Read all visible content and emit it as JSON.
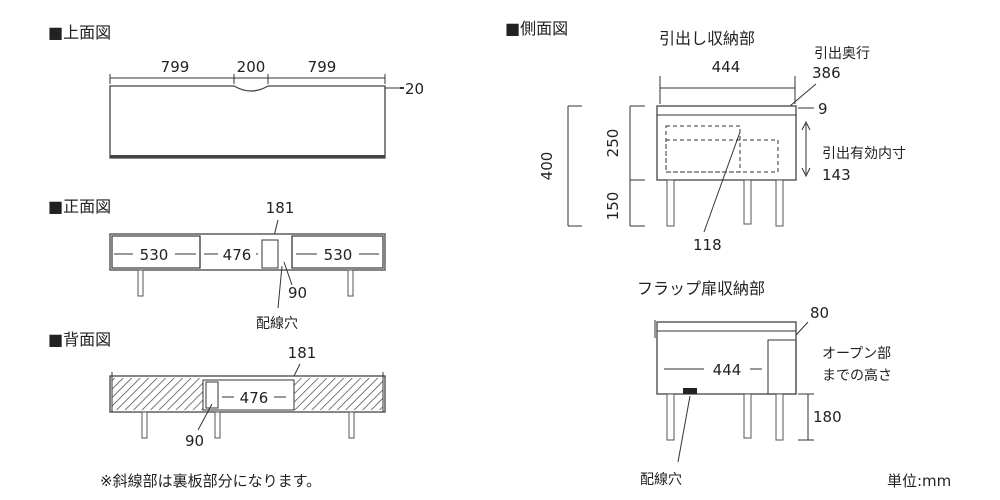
{
  "views": {
    "top": {
      "heading": "■上面図",
      "w_left": "799",
      "w_mid": "200",
      "w_right": "799",
      "depth": "20"
    },
    "front": {
      "heading": "■正面図",
      "top_dim": "181",
      "left": "530",
      "mid": "476",
      "right": "530",
      "bottom_dim": "90",
      "hole_label": "配線穴"
    },
    "back": {
      "heading": "■背面図",
      "top_dim": "181",
      "mid": "476",
      "bottom_dim": "90"
    },
    "side": {
      "heading": "■側面図"
    },
    "drawer": {
      "title": "引出し収納部",
      "depth_label": "引出奥行",
      "depth_value": "386",
      "width": "444",
      "top_gap": "9",
      "total_h": "400",
      "upper_h": "250",
      "lower_h": "150",
      "inner_label": "引出有効内寸",
      "inner_value": "143",
      "bottom_dim": "118"
    },
    "flap": {
      "title": "フラップ扉収納部",
      "right_dim": "80",
      "width": "444",
      "open_label_1": "オープン部",
      "open_label_2": "までの高さ",
      "height": "180",
      "hole_label": "配線穴"
    }
  },
  "notes": {
    "diagonal": "※斜線部は裏板部分になります。",
    "unit": "単位:mm"
  }
}
